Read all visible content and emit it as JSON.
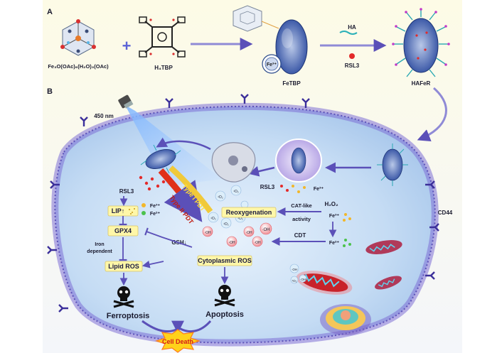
{
  "panel_a": {
    "letter": "A",
    "precursor": "Fe₃O(OAc)₆(H₂O)₃(OAc)",
    "plus": "+",
    "ligand": "H₄TBP",
    "fe_label": "Fe³⁺",
    "mof": "FeTBP",
    "reagent_1": "HA",
    "reagent_2": "RSL3",
    "product": "HAFeR"
  },
  "panel_b": {
    "letter": "B",
    "light": "450 nm",
    "rsl3_left": "RSL3",
    "lip": "LIP↑",
    "fe3_left": "Fe³⁺",
    "fe2_left": "Fe²⁺",
    "gpx4": "GPX4",
    "iron_dependent_1": "Iron",
    "iron_dependent_2": "dependent",
    "gsh": "GSH↓",
    "lipid_ros": "Lipid ROS",
    "cyto_ros": "Cytoplasmic ROS",
    "type1": "Type I PDT",
    "type2": "Type II PDT",
    "singlet_o2": "¹O₂",
    "hydroxyl": "·OH",
    "reoxygenation": "Reoxygenation",
    "cat_like_1": "CAT-like",
    "cat_like_2": "activity",
    "h2o2": "H₂O₂",
    "fe3_right": "Fe³⁺",
    "fe2_right": "Fe²⁺",
    "rsl3_right": "RSL3",
    "fe3_top": "Fe³⁺",
    "cdt": "CDT",
    "cd44": "CD44",
    "ferroptosis": "Ferroptosis",
    "apoptosis": "Apoptosis",
    "cell_death": "Cell Death"
  },
  "colors": {
    "background_top": "#fdfbe3",
    "membrane": "#6b63c9",
    "cytoplasm": "#cfe2f7",
    "box_fill": "#fff7a8",
    "arrow": "#6a5fc0",
    "pdt_arrow": "#e0311a",
    "cell_death_fill": "#ffd21a"
  }
}
